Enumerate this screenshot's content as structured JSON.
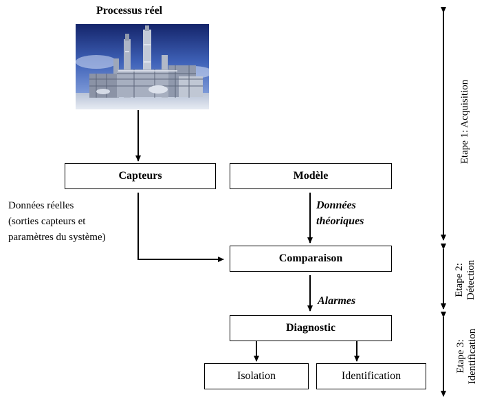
{
  "title": "Processus réel",
  "boxes": {
    "capteurs": "Capteurs",
    "modele": "Modèle",
    "comparaison": "Comparaison",
    "diagnostic": "Diagnostic",
    "isolation": "Isolation",
    "identification": "Identification"
  },
  "labels": {
    "donnees_reelles": [
      "Données réelles",
      "(sorties capteurs et",
      "paramètres du système)"
    ],
    "donnees_theoriques": [
      "Données",
      "théoriques"
    ],
    "alarmes": "Alarmes"
  },
  "stages": {
    "etape1": "Etape 1: Acquisition",
    "etape2_line1": "Etape 2:",
    "etape2_line2": "Détection",
    "etape3_line1": "Etape 3:",
    "etape3_line2": "Identification"
  },
  "image": {
    "subject": "industrial-plant-photo"
  },
  "colors": {
    "sky_top": "#1a2e7a",
    "sky_mid": "#5a7fd0",
    "plant": "#c7cdd8"
  }
}
